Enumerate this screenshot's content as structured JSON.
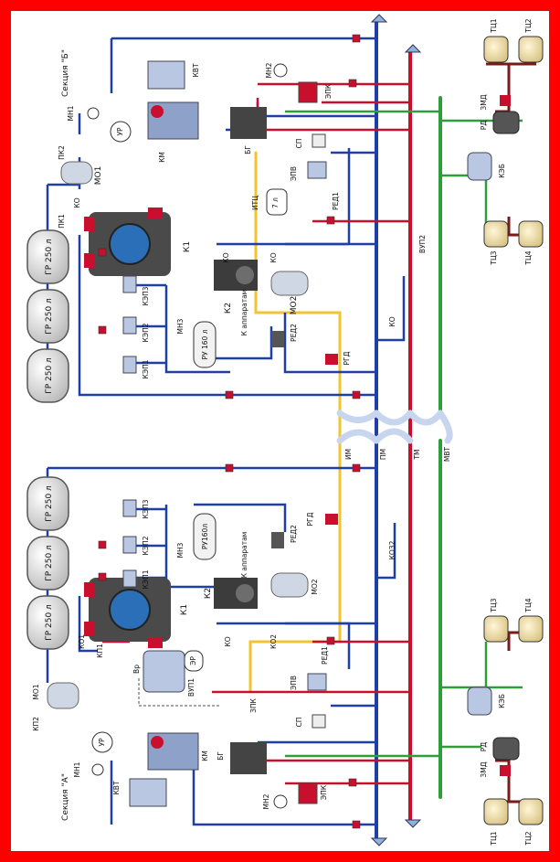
{
  "diagram": {
    "section_b_label": "Секция \"Б\"",
    "section_a_label": "Секция \"А\"",
    "lines": {
      "im": "ИМ",
      "pm": "ПМ",
      "tm": "ТМ",
      "mvt": "МВТ"
    },
    "b": {
      "gr1": "ГР 250 л",
      "gr2": "ГР 250 л",
      "gr3": "ГР 250 л",
      "k1": "К1",
      "k2": "К2",
      "ko": "КО",
      "ko1": "КО",
      "ko2": "КО",
      "kep1": "КЭП1",
      "kep2": "КЭП2",
      "kep3": "КЭП3",
      "mn1": "МН1",
      "mn2": "МН2",
      "mn3": "МН3",
      "ur": "УР",
      "pk1": "ПК1",
      "pk2": "ПК2",
      "mo1": "МО1",
      "mo2": "МО2",
      "kvt": "КВТ",
      "km": "КМ",
      "bf": "БГ",
      "epk": "ЭПК",
      "sp": "СП",
      "ru": "РУ 160 л",
      "ita": "ИТЦ",
      "its": "7 л",
      "epv": "ЭПВ",
      "red1": "РЕД1",
      "red2": "РЕД2",
      "to_app": "К аппаратам",
      "rgd": "РГД",
      "vup2": "ВУП2",
      "kov": "КО",
      "keb": "КЭБ",
      "rd": "РД",
      "zmd": "ЗМД",
      "tc1": "ТЦ1",
      "tc2": "ТЦ2",
      "tc3": "ТЦ3",
      "tc4": "ТЦ4"
    },
    "a": {
      "gr1": "ГР 250 л",
      "gr2": "ГР 250 л",
      "gr3": "ГР 250 л",
      "k1": "К1",
      "k2": "К2",
      "ko1": "КО1",
      "ko2": "КО2",
      "ko": "КО",
      "kep1": "КЭП1",
      "kep2": "КЭП2",
      "kep3": "КЭП3",
      "mn1": "МН1",
      "mn2": "МН2",
      "mn3": "МН3",
      "ur": "УР",
      "er": "ЭР",
      "vr": "Вр",
      "kp1": "КП1",
      "kp2": "КП2",
      "mo1": "МО1",
      "mo2": "МО2",
      "kvt": "КВТ",
      "km": "КМ",
      "bf": "БГ",
      "epk": "ЭПК",
      "sp": "СП",
      "ru": "РУ160л",
      "vup1": "ВУП1",
      "zpk": "ЗПК",
      "epv": "ЭПВ",
      "red1": "РЕД1",
      "red2": "РЕД2",
      "to_app": "К аппаратам",
      "rgd": "РГД",
      "koz2": "КОЗ2",
      "keb": "КЭБ",
      "rd": "РД",
      "zmd": "ЗМД",
      "tc1": "ТЦ1",
      "tc2": "ТЦ2",
      "tc3": "ТЦ3",
      "tc4": "ТЦ4"
    }
  },
  "colors": {
    "frame": "#ff0000",
    "blue": "#1f3fa8",
    "red": "#c8102e",
    "green": "#2e9e3a",
    "yellow": "#f2c430",
    "gray": "#8a8a8a",
    "dark": "#333333",
    "darkred": "#7a1a1a"
  }
}
